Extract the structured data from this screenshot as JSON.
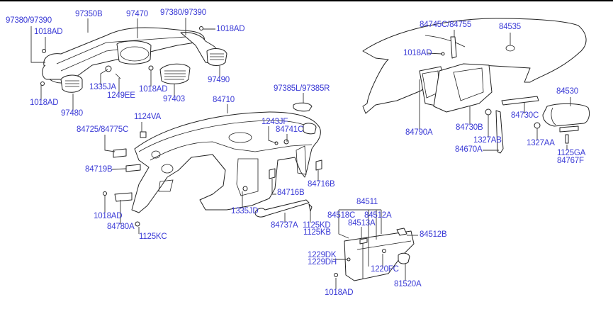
{
  "diagram": {
    "title_rule": true,
    "label_color": "#3b3bd6",
    "line_color": "#222222",
    "labels": {
      "l_97380_97390_left": "97380/97390",
      "l_97350B": "97350B",
      "l_97470": "97470",
      "l_97380_97390_right": "97380/97390",
      "l_1018AD_a": "1018AD",
      "l_1018AD_b": "1018AD",
      "l_97490": "97490",
      "l_1335JA": "1335JA",
      "l_1249EE": "1249EE",
      "l_1018AD_c": "1018AD",
      "l_97403": "97403",
      "l_1018AD_d": "1018AD",
      "l_97480": "97480",
      "l_84710": "84710",
      "l_97385": "97385L/97385R",
      "l_1124VA": "1124VA",
      "l_84725": "84725/84775C",
      "l_1243JF": "1243JF",
      "l_84741C": "84741C",
      "l_84719B": "84719B",
      "l_84716B_a": "84716B",
      "l_84716B_b": "84716B",
      "l_1018AD_e": "1018AD",
      "l_84780A": "84780A",
      "l_1125KC": "1125KC",
      "l_1335JD": "1335JD",
      "l_84737A": "84737A",
      "l_1125KD": "1125KD",
      "l_1125KB": "1125KB",
      "l_84745C": "84745C/84755",
      "l_84535": "84535",
      "l_1018AD_f": "1018AD",
      "l_84530": "84530",
      "l_84730C": "84730C",
      "l_84790A": "84790A",
      "l_84730B": "84730B",
      "l_1327AB": "1327AB",
      "l_1327AA": "1327AA",
      "l_84670A": "84670A",
      "l_1125GA": "1125GA",
      "l_84767F": "84767F",
      "l_84511": "84511",
      "l_84518C": "84518C",
      "l_84512A": "84512A",
      "l_84513A": "84513A",
      "l_84512B": "84512B",
      "l_1229DK": "1229DK",
      "l_1229DH": "1229DH",
      "l_1220FC": "1220FC",
      "l_81520A": "81520A",
      "l_1018AD_g": "1018AD"
    }
  }
}
